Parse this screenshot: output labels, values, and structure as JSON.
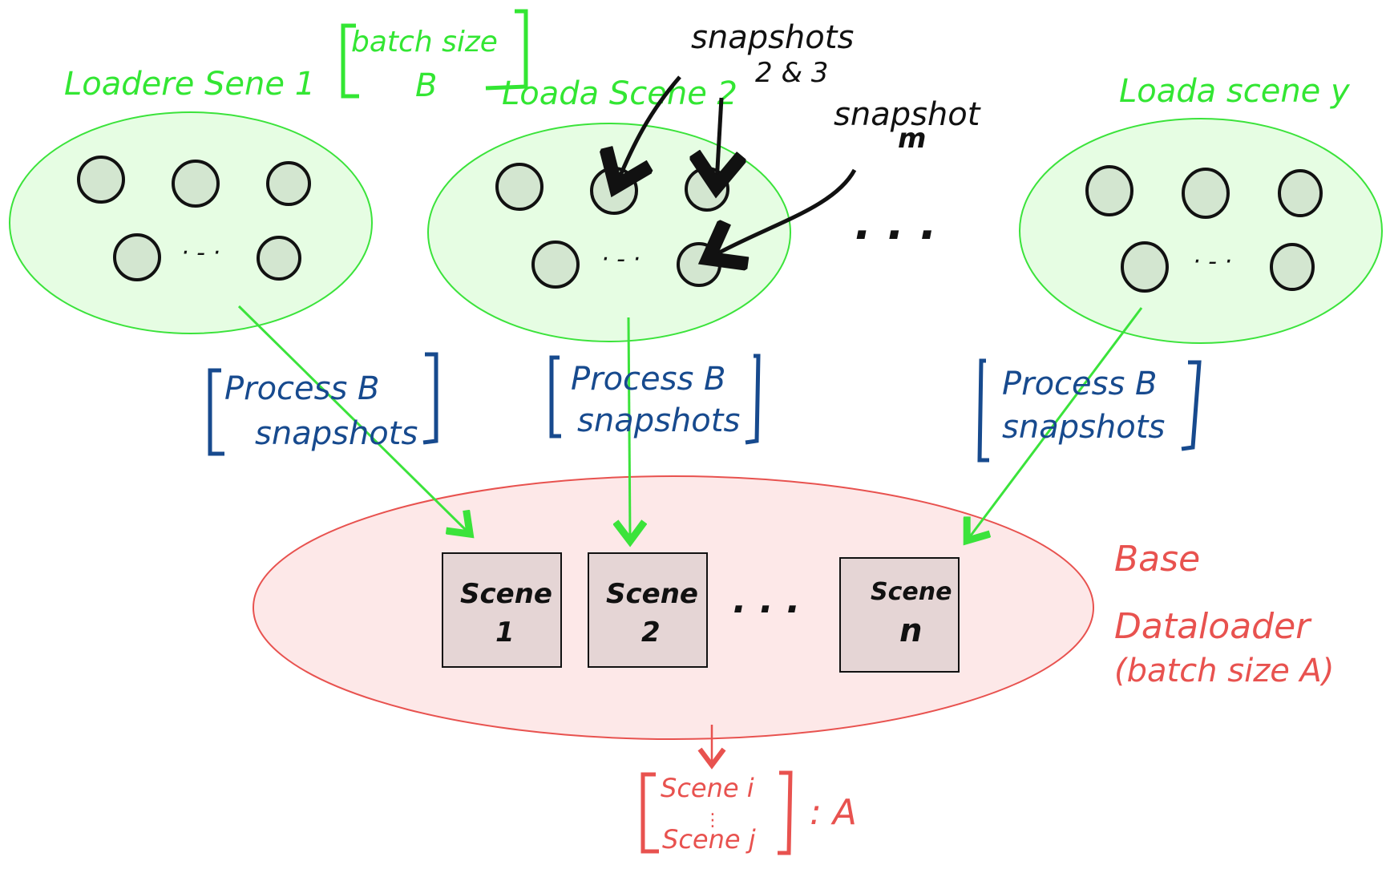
{
  "colors": {
    "loader_stroke": "#3be33b",
    "loader_fill": "#e6fde3",
    "snapshot_fill": "#d3e6d0",
    "snapshot_stroke": "#111111",
    "bracket_blue": "#174a8e",
    "base_fill": "#fde8e8",
    "base_stroke": "#e8524f",
    "scene_fill": "#e5d5d5",
    "arrow_green": "#3be33b",
    "annotation_black": "#111111"
  },
  "loaders": [
    {
      "title": "Loadere Sene 1",
      "process_label": [
        "Process  B",
        "snapshots"
      ]
    },
    {
      "title": "Loada Scene 2",
      "process_label": [
        "Process  B",
        "snapshots"
      ]
    },
    {
      "title": "Loada scene y",
      "process_label": [
        "Process  B",
        "snapshots"
      ]
    }
  ],
  "batch_size_note": {
    "line1": "batch size",
    "line2": "B"
  },
  "annotations": {
    "snapshots_2_3": {
      "line1": "snapshots",
      "line2": "2 & 3"
    },
    "snapshot_m": {
      "line1": "snapshot",
      "line2": "m"
    },
    "between_loaders_ellipsis": ". . .",
    "inner_ellipsis": "· - ·"
  },
  "base_dataloader": {
    "title_line1": "Base",
    "title_line2": "Dataloader",
    "title_line3": "(batch size  A)",
    "scenes": [
      {
        "label": "Scene",
        "index": "1"
      },
      {
        "label": "Scene",
        "index": "2"
      },
      {
        "label": "Scene",
        "index": "n"
      }
    ],
    "scenes_ellipsis": ". . ."
  },
  "output": {
    "top": "Scene i",
    "middle": "⋮",
    "bottom": "Scene j",
    "suffix": ": A"
  }
}
